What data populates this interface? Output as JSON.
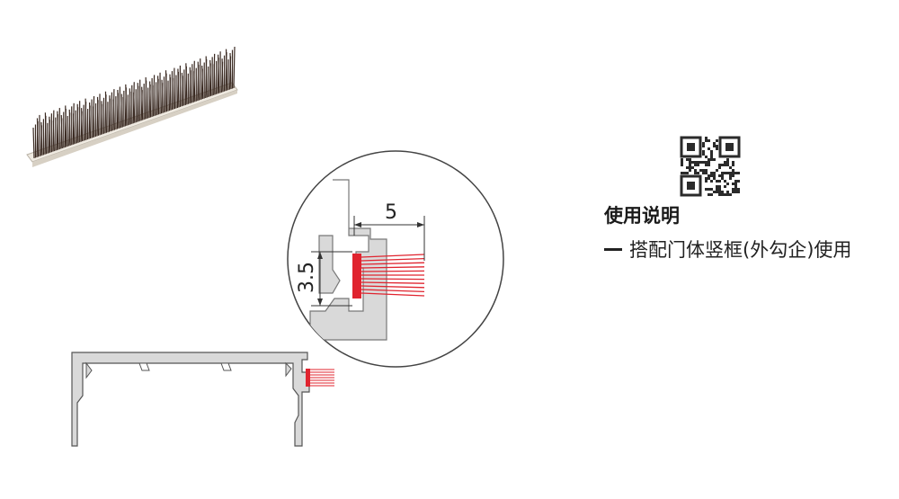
{
  "dimensions": {
    "width_label": "5",
    "height_label": "3.5"
  },
  "usage": {
    "title": "使用说明",
    "description": "搭配门体竖框(外勾企)使用"
  },
  "colors": {
    "brush": "#3a2a22",
    "brush_base": "#e8e4dc",
    "profile_fill": "#d9d9d9",
    "profile_stroke": "#555555",
    "accent_red": "#e0242f",
    "qr": "#2b2b2b"
  },
  "icons": {
    "qr_code": "qr-code-icon"
  }
}
